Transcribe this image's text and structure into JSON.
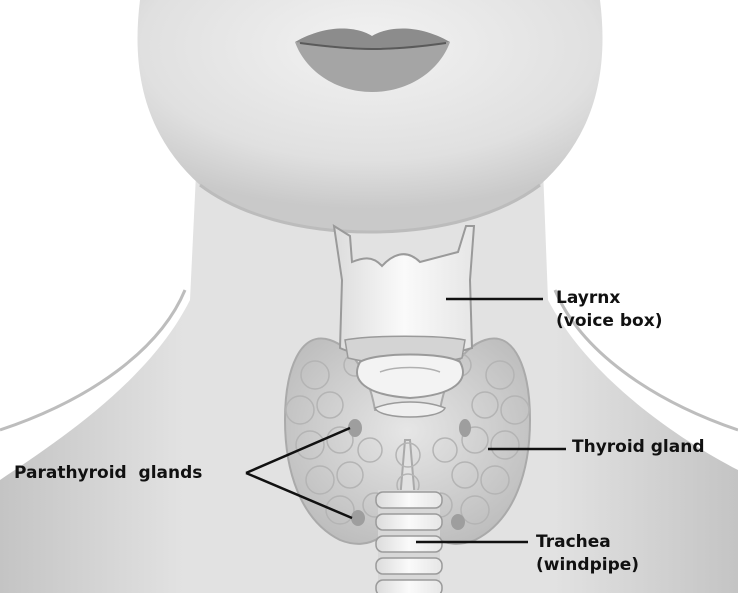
{
  "labels": {
    "larynx": {
      "line1": "Layrnx",
      "line2": "(voice box)"
    },
    "thyroid": "Thyroid gland",
    "parathyroid": "Parathyroid  glands",
    "trachea": {
      "line1": "Trachea",
      "line2": "(windpipe)"
    }
  },
  "colors": {
    "skin": "#e4e4e4",
    "skin_shadow": "#c8c8c8",
    "gland": "#d2d2d2",
    "cartilage": "#f2f2f2",
    "leader": "#111111"
  }
}
